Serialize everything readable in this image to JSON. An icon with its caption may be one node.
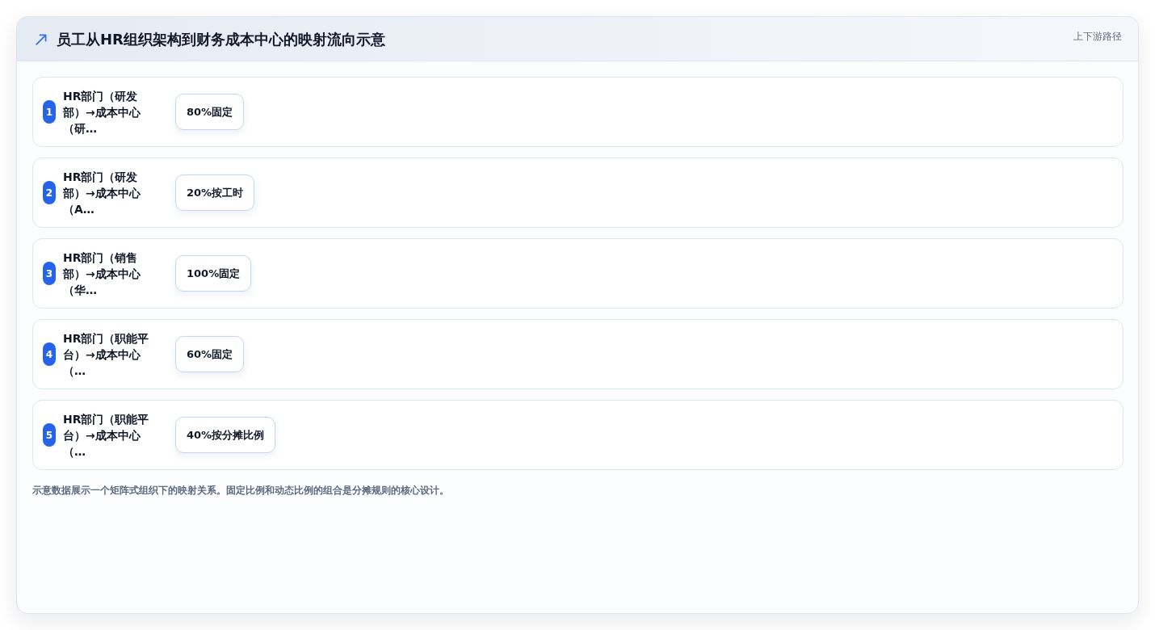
{
  "diagram": {
    "title": "员工从HR组织架构到财务成本中心的映射流向示意",
    "caption": "示意数据展示一个矩阵式组织下的映射关系。固定比例和动态比例的组合是分摊规则的核心设计。",
    "labels": [
      "上下游路径"
    ],
    "nodes": [
      {
        "text": [
          "HR部门（研发部）→成本中心（研…"
        ]
      },
      {
        "text": [
          "1"
        ],
        "in": 0
      },
      {
        "text": [
          "80%固定"
        ],
        "in": 0
      },
      {
        "text": [
          "HR部门（研发部）→成本中心（A…"
        ]
      },
      {
        "text": [
          "2"
        ],
        "in": 3
      },
      {
        "text": [
          "20%按工时"
        ],
        "in": 3
      },
      {
        "text": [
          "HR部门（销售部）→成本中心（华…"
        ]
      },
      {
        "text": [
          "3"
        ],
        "in": 6
      },
      {
        "text": [
          "100%固定"
        ],
        "in": 6
      },
      {
        "text": [
          "HR部门（职能平台）→成本中心（…"
        ]
      },
      {
        "text": [
          "4"
        ],
        "in": 9
      },
      {
        "text": [
          "60%固定"
        ],
        "in": 9
      },
      {
        "text": [
          "HR部门（职能平台）→成本中心（…"
        ]
      },
      {
        "text": [
          "5"
        ],
        "in": 12
      },
      {
        "text": [
          "40%按分摊比例"
        ],
        "in": 12
      }
    ]
  }
}
